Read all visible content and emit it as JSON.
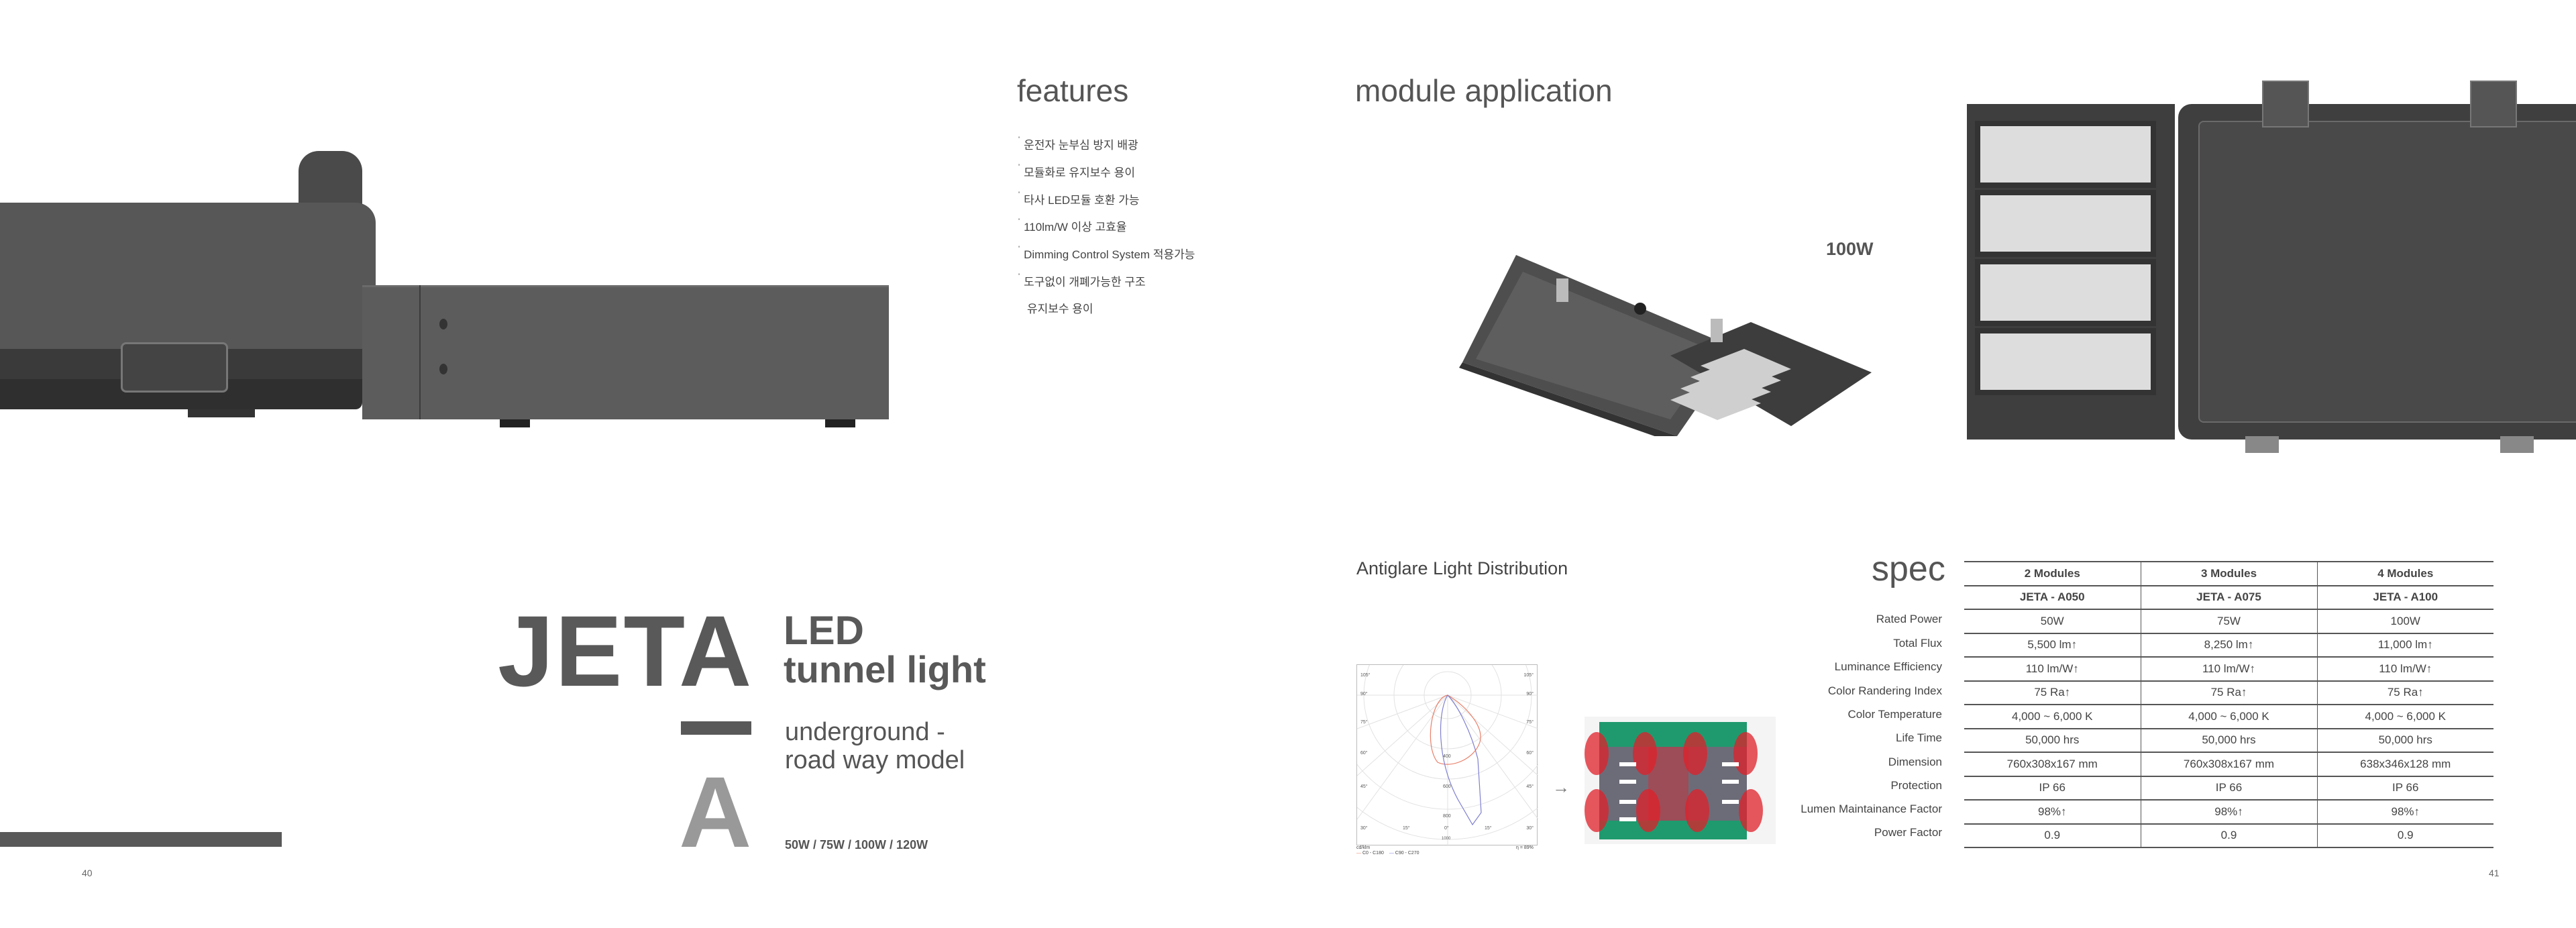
{
  "left_page": {
    "product_name": "JETA",
    "model_letter": "A",
    "title_line1": "LED",
    "title_line2": "tunnel light",
    "subtitle_line1": "underground -",
    "subtitle_line2": "road way model",
    "wattages": "50W / 75W / 100W / 120W",
    "page_number": "40"
  },
  "features": {
    "title": "features",
    "bullet": "'",
    "items": [
      "운전자 눈부심 방지 배광",
      "모듈화로 유지보수 용이",
      "타사 LED모듈 호환 가능",
      "110lm/W 이상 고효율",
      "Dimming Control System 적용가능",
      "도구없이 개폐가능한 구조",
      "유지보수 용이"
    ]
  },
  "module_application": {
    "title": "module application",
    "product_label": "100W"
  },
  "light_distribution": {
    "title": "Antiglare Light Distribution",
    "polar": {
      "angle_labels": [
        "105°",
        "90°",
        "75°",
        "60°",
        "45°",
        "30°",
        "15°",
        "0°"
      ],
      "radial_labels": [
        "400",
        "600",
        "800",
        "1000"
      ],
      "unit": "cd/klm",
      "efficiency": "η = 89%",
      "legend": [
        {
          "name": "C0 - C180",
          "color": "#e8806a"
        },
        {
          "name": "C90 - C270",
          "color": "#7f7fd0"
        }
      ]
    }
  },
  "spec": {
    "title": "spec",
    "columns": [
      "2 Modules",
      "3 Modules",
      "4 Modules"
    ],
    "models": [
      "JETA - A050",
      "JETA - A075",
      "JETA - A100"
    ],
    "rows": [
      {
        "label": "Rated Power",
        "values": [
          "50W",
          "75W",
          "100W"
        ]
      },
      {
        "label": "Total Flux",
        "values": [
          "5,500 lm↑",
          "8,250 lm↑",
          "11,000 lm↑"
        ]
      },
      {
        "label": "Luminance Efficiency",
        "values": [
          "110 lm/W↑",
          "110 lm/W↑",
          "110 lm/W↑"
        ]
      },
      {
        "label": "Color Randering Index",
        "values": [
          "75 Ra↑",
          "75 Ra↑",
          "75 Ra↑"
        ]
      },
      {
        "label": "Color Temperature",
        "values": [
          "4,000 ~ 6,000 K",
          "4,000 ~ 6,000 K",
          "4,000 ~ 6,000 K"
        ]
      },
      {
        "label": "Life Time",
        "values": [
          "50,000 hrs",
          "50,000 hrs",
          "50,000 hrs"
        ]
      },
      {
        "label": "Dimension",
        "values": [
          "760x308x167 mm",
          "760x308x167 mm",
          "638x346x128 mm"
        ]
      },
      {
        "label": "Protection",
        "values": [
          "IP 66",
          "IP 66",
          "IP 66"
        ]
      },
      {
        "label": "Lumen Maintainance Factor",
        "values": [
          "98%↑",
          "98%↑",
          "98%↑"
        ]
      },
      {
        "label": "Power Factor",
        "values": [
          "0.9",
          "0.9",
          "0.9"
        ]
      }
    ]
  },
  "right_page": {
    "page_number": "41"
  },
  "colors": {
    "text": "#555555",
    "accent_gray": "#999999",
    "housing": "#4a4a4a",
    "road_green": "#1f9a6e",
    "beam_red": "#e0202a"
  }
}
